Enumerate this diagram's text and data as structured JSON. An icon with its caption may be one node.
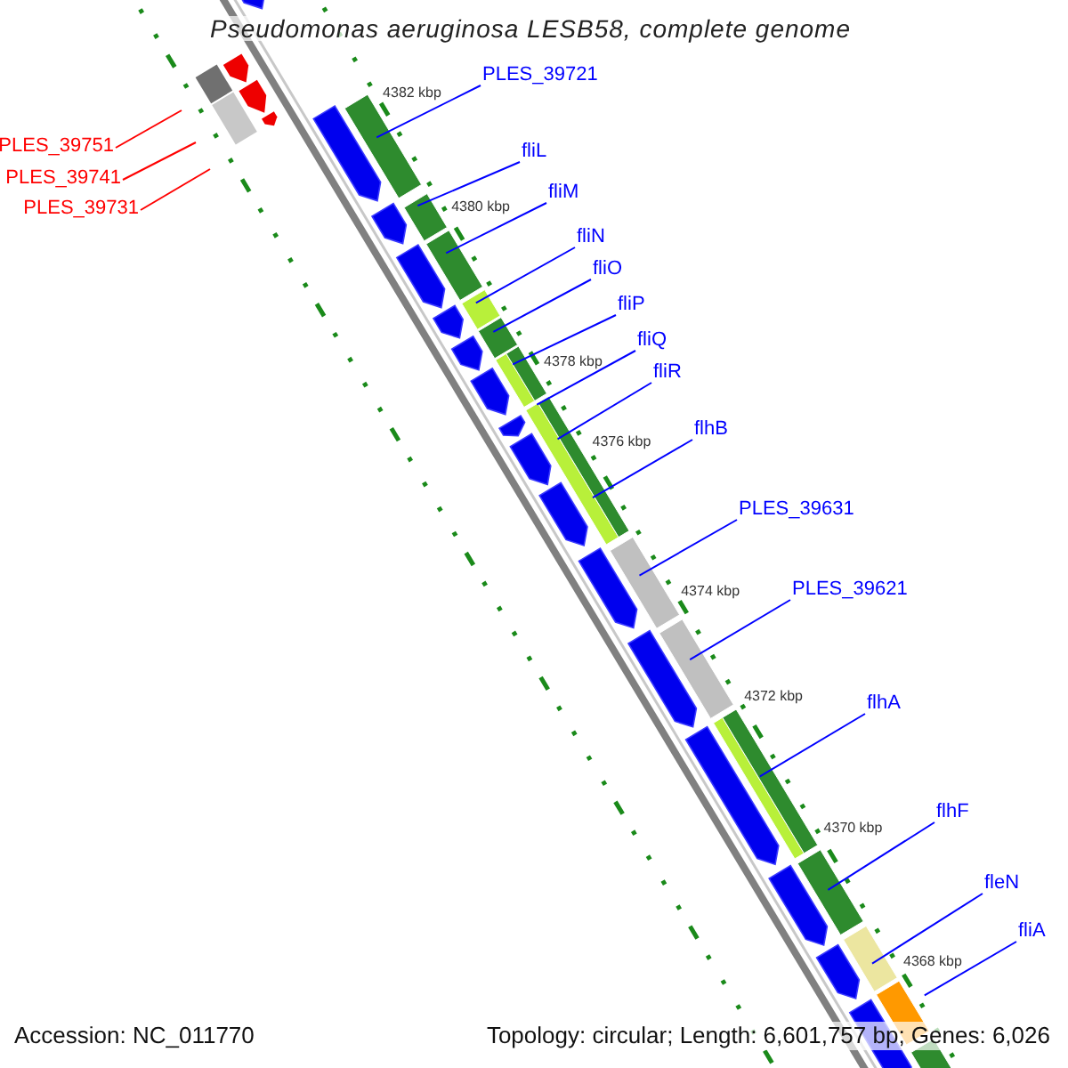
{
  "diagram": {
    "title": "Pseudomonas aeruginosa LESB58, complete genome",
    "nodes": [
      {
        "text": [
          "PLES_39751"
        ]
      },
      {
        "text": [
          "PLES_39741"
        ]
      },
      {
        "text": [
          "PLES_39731"
        ]
      },
      {
        "text": [
          "PLES_39721"
        ]
      },
      {
        "text": [
          "fliL"
        ]
      },
      {
        "text": [
          "fliM"
        ]
      },
      {
        "text": [
          "fliN"
        ]
      },
      {
        "text": [
          "fliO"
        ]
      },
      {
        "text": [
          "fliP"
        ]
      },
      {
        "text": [
          "fliQ"
        ]
      },
      {
        "text": [
          "fliR"
        ]
      },
      {
        "text": [
          "flhB"
        ]
      },
      {
        "text": [
          "PLES_39631"
        ]
      },
      {
        "text": [
          "PLES_39621"
        ]
      },
      {
        "text": [
          "flhA"
        ]
      },
      {
        "text": [
          "flhF"
        ]
      },
      {
        "text": [
          "fleN"
        ]
      },
      {
        "text": [
          "fliA"
        ]
      }
    ],
    "edges": [
      {
        "from": 0,
        "to": null,
        "arrow": "none",
        "color": "#ff0000"
      },
      {
        "from": 1,
        "to": null,
        "arrow": "none",
        "color": "#ff0000"
      },
      {
        "from": 2,
        "to": null,
        "arrow": "none",
        "color": "#ff0000"
      },
      {
        "from": 3,
        "to": null,
        "arrow": "none"
      },
      {
        "from": 4,
        "to": null,
        "arrow": "none"
      },
      {
        "from": 5,
        "to": null,
        "arrow": "none"
      },
      {
        "from": 6,
        "to": null,
        "arrow": "none"
      },
      {
        "from": 7,
        "to": null,
        "arrow": "none"
      },
      {
        "from": 8,
        "to": null,
        "arrow": "none"
      },
      {
        "from": 9,
        "to": null,
        "arrow": "none"
      },
      {
        "from": 10,
        "to": null,
        "arrow": "none"
      },
      {
        "from": 11,
        "to": null,
        "arrow": "none"
      },
      {
        "from": 12,
        "to": null,
        "arrow": "none"
      },
      {
        "from": 13,
        "to": null,
        "arrow": "none"
      },
      {
        "from": 14,
        "to": null,
        "arrow": "none"
      },
      {
        "from": 15,
        "to": null,
        "arrow": "none"
      },
      {
        "from": 16,
        "to": null,
        "arrow": "none"
      },
      {
        "from": 17,
        "to": null,
        "arrow": "none"
      }
    ],
    "labels": [
      "4382 kbp",
      "4380 kbp",
      "4378 kbp",
      "4376 kbp",
      "4374 kbp",
      "4372 kbp",
      "4370 kbp",
      "4368 kbp",
      "Accession: NC_011770",
      "Topology: circular; Length: 6,601,757 bp; Genes: 6,026"
    ]
  }
}
